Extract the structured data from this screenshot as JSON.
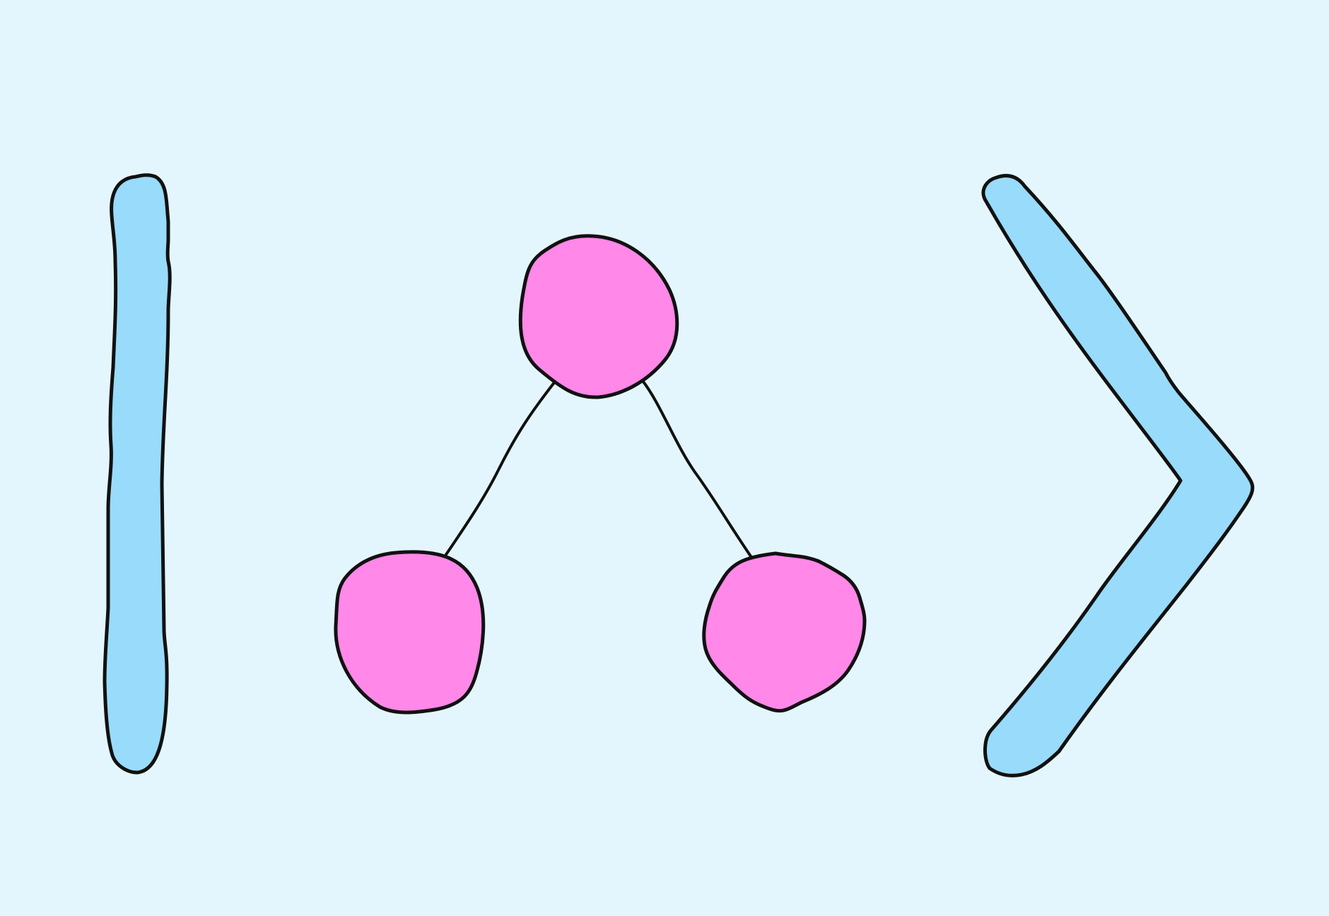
{
  "colors": {
    "background": "#e4f6fd",
    "bracket_fill": "#99dbfb",
    "node_fill": "#ff88e8",
    "outline": "#111111"
  },
  "diagram": {
    "left_bracket": {
      "icon": "vertical-bar-icon"
    },
    "right_bracket": {
      "icon": "right-angle-bracket-icon"
    },
    "tree": {
      "nodes": [
        {
          "id": "root"
        },
        {
          "id": "left-child"
        },
        {
          "id": "right-child"
        }
      ],
      "edges": [
        {
          "from": "root",
          "to": "left-child"
        },
        {
          "from": "root",
          "to": "right-child"
        }
      ]
    }
  }
}
